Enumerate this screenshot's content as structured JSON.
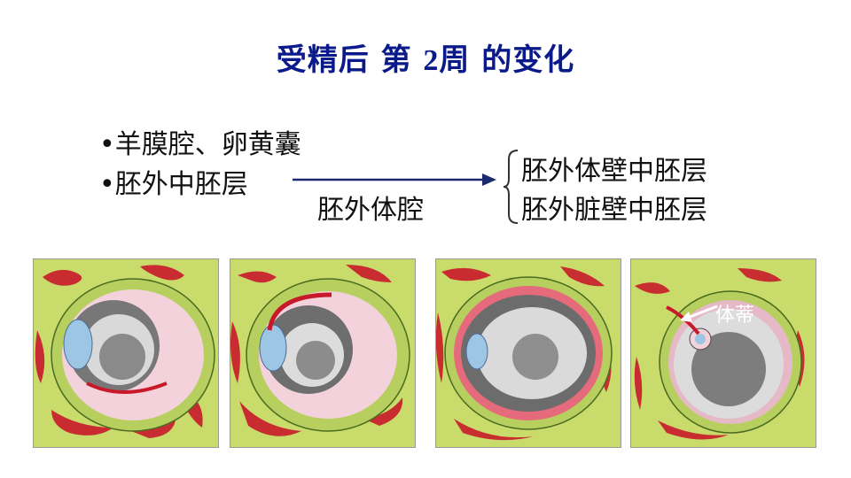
{
  "title": {
    "part1": "受精后 第 ",
    "number": "2",
    "part2": "周 的变化"
  },
  "bullets": [
    "•羊膜腔、卵黄囊",
    "•胚外中胚层"
  ],
  "arrow_label": "胚外体腔",
  "derived_layers": [
    "胚外体壁中胚层",
    "胚外脏壁中胚层"
  ],
  "panels": [
    {
      "stage": 1
    },
    {
      "stage": 2
    },
    {
      "stage": 3
    },
    {
      "stage": 4,
      "annotation": "体蒂"
    }
  ]
}
